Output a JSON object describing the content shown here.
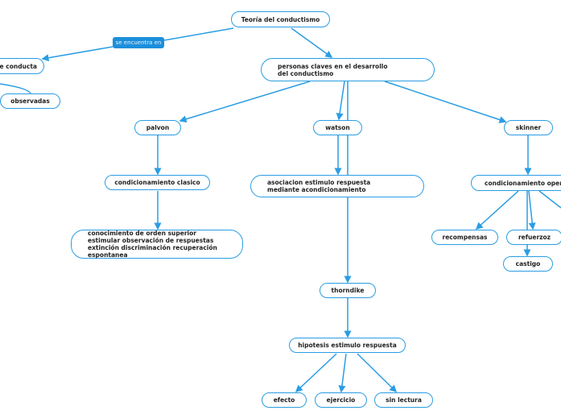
{
  "accent_color": "#1b8fdc",
  "root": "Teoría del conductismo",
  "link_label": "se encuentra en",
  "nodes": {
    "conducta": "de conducta",
    "observadas": "observadas",
    "personas": "personas claves en el desarrollo del conductismo",
    "palvon": "palvon",
    "watson": "watson",
    "skinner": "skinner",
    "clasico": "condicionamiento clasico",
    "asociacion": "asociacion estimulo respuesta mediante acondicionamiento",
    "operante": "condicionamiento operante",
    "conocimiento": "conocimiento de orden superior estimular observación de respuestas extinción discriminación recuperación espontanea",
    "recompensas": "recompensas",
    "refuerzoz": "refuerzoz",
    "castigo": "castigo",
    "thorndike": "thorndike",
    "hipotesis": "hipotesis estimulo respuesta",
    "efecto": "efecto",
    "ejercicio": "ejercicio",
    "sin_lectura": "sin lectura"
  }
}
